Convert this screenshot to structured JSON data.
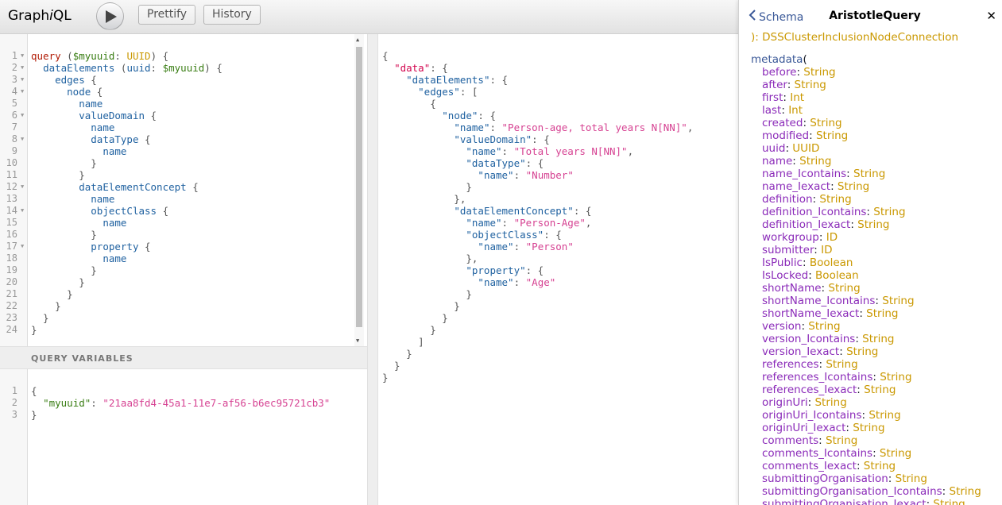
{
  "app": {
    "logo_pre": "Graph",
    "logo_i": "i",
    "logo_post": "QL"
  },
  "toolbar": {
    "prettify_label": "Prettify",
    "history_label": "History"
  },
  "colors": {
    "keyword": "#b11a04",
    "def": "#d2054e",
    "variable": "#397d13",
    "field": "#1f61a0",
    "type": "#ca9800",
    "string": "#d64292",
    "doc_arg": "#8B2BB9",
    "doc_link": "#3B5998"
  },
  "query_lines": [
    {
      "n": "1",
      "f": true,
      "t": [
        [
          "kw",
          "query"
        ],
        [
          "pun",
          " "
        ],
        [
          "pun",
          "("
        ],
        [
          "var",
          "$myuuid"
        ],
        [
          "pun",
          ": "
        ],
        [
          "type",
          "UUID"
        ],
        [
          "pun",
          ")"
        ],
        [
          "pun",
          " {"
        ]
      ]
    },
    {
      "n": "2",
      "f": true,
      "t": [
        [
          "pun",
          "  "
        ],
        [
          "attr",
          "dataElements"
        ],
        [
          "pun",
          " ("
        ],
        [
          "attr",
          "uuid"
        ],
        [
          "pun",
          ": "
        ],
        [
          "var",
          "$myuuid"
        ],
        [
          "pun",
          ") {"
        ]
      ]
    },
    {
      "n": "3",
      "f": true,
      "t": [
        [
          "pun",
          "    "
        ],
        [
          "attr",
          "edges"
        ],
        [
          "pun",
          " {"
        ]
      ]
    },
    {
      "n": "4",
      "f": true,
      "t": [
        [
          "pun",
          "      "
        ],
        [
          "attr",
          "node"
        ],
        [
          "pun",
          " {"
        ]
      ]
    },
    {
      "n": "5",
      "f": false,
      "t": [
        [
          "pun",
          "        "
        ],
        [
          "attr",
          "name"
        ]
      ]
    },
    {
      "n": "6",
      "f": true,
      "t": [
        [
          "pun",
          "        "
        ],
        [
          "attr",
          "valueDomain"
        ],
        [
          "pun",
          " {"
        ]
      ]
    },
    {
      "n": "7",
      "f": false,
      "t": [
        [
          "pun",
          "          "
        ],
        [
          "attr",
          "name"
        ]
      ]
    },
    {
      "n": "8",
      "f": true,
      "t": [
        [
          "pun",
          "          "
        ],
        [
          "attr",
          "dataType"
        ],
        [
          "pun",
          " {"
        ]
      ]
    },
    {
      "n": "9",
      "f": false,
      "t": [
        [
          "pun",
          "            "
        ],
        [
          "attr",
          "name"
        ]
      ]
    },
    {
      "n": "10",
      "f": false,
      "t": [
        [
          "pun",
          "          }"
        ]
      ]
    },
    {
      "n": "11",
      "f": false,
      "t": [
        [
          "pun",
          "        }"
        ]
      ]
    },
    {
      "n": "12",
      "f": true,
      "t": [
        [
          "pun",
          "        "
        ],
        [
          "attr",
          "dataElementConcept"
        ],
        [
          "pun",
          " {"
        ]
      ]
    },
    {
      "n": "13",
      "f": false,
      "t": [
        [
          "pun",
          "          "
        ],
        [
          "attr",
          "name"
        ]
      ]
    },
    {
      "n": "14",
      "f": true,
      "t": [
        [
          "pun",
          "          "
        ],
        [
          "attr",
          "objectClass"
        ],
        [
          "pun",
          " {"
        ]
      ]
    },
    {
      "n": "15",
      "f": false,
      "t": [
        [
          "pun",
          "            "
        ],
        [
          "attr",
          "name"
        ]
      ]
    },
    {
      "n": "16",
      "f": false,
      "t": [
        [
          "pun",
          "          }"
        ]
      ]
    },
    {
      "n": "17",
      "f": true,
      "t": [
        [
          "pun",
          "          "
        ],
        [
          "attr",
          "property"
        ],
        [
          "pun",
          " {"
        ]
      ]
    },
    {
      "n": "18",
      "f": false,
      "t": [
        [
          "pun",
          "            "
        ],
        [
          "attr",
          "name"
        ]
      ]
    },
    {
      "n": "19",
      "f": false,
      "t": [
        [
          "pun",
          "          }"
        ]
      ]
    },
    {
      "n": "20",
      "f": false,
      "t": [
        [
          "pun",
          "        }"
        ]
      ]
    },
    {
      "n": "21",
      "f": false,
      "t": [
        [
          "pun",
          "      }"
        ]
      ]
    },
    {
      "n": "22",
      "f": false,
      "t": [
        [
          "pun",
          "    }"
        ]
      ]
    },
    {
      "n": "23",
      "f": false,
      "t": [
        [
          "pun",
          "  }"
        ]
      ]
    },
    {
      "n": "24",
      "f": false,
      "t": [
        [
          "pun",
          "}"
        ]
      ]
    }
  ],
  "variables": {
    "title": "QUERY VARIABLES",
    "lines": [
      {
        "n": "1",
        "f": false,
        "t": [
          [
            "pun",
            "{"
          ]
        ]
      },
      {
        "n": "2",
        "f": false,
        "t": [
          [
            "pun",
            "  "
          ],
          [
            "var",
            "\"myuuid\""
          ],
          [
            "pun",
            ": "
          ],
          [
            "str",
            "\"21aa8fd4-45a1-11e7-af56-b6ec95721cb3\""
          ]
        ]
      },
      {
        "n": "3",
        "f": false,
        "t": [
          [
            "pun",
            "}"
          ]
        ]
      }
    ]
  },
  "result_lines": [
    {
      "f": true,
      "t": [
        [
          "pun",
          "{"
        ]
      ]
    },
    {
      "f": true,
      "t": [
        [
          "pun",
          "  "
        ],
        [
          "def",
          "\"data\""
        ],
        [
          "pun",
          ": {"
        ]
      ]
    },
    {
      "f": true,
      "t": [
        [
          "pun",
          "    "
        ],
        [
          "prop",
          "\"dataElements\""
        ],
        [
          "pun",
          ": {"
        ]
      ]
    },
    {
      "f": true,
      "t": [
        [
          "pun",
          "      "
        ],
        [
          "prop",
          "\"edges\""
        ],
        [
          "pun",
          ": ["
        ]
      ]
    },
    {
      "f": true,
      "t": [
        [
          "pun",
          "        {"
        ]
      ]
    },
    {
      "f": true,
      "t": [
        [
          "pun",
          "          "
        ],
        [
          "prop",
          "\"node\""
        ],
        [
          "pun",
          ": {"
        ]
      ]
    },
    {
      "f": false,
      "t": [
        [
          "pun",
          "            "
        ],
        [
          "prop",
          "\"name\""
        ],
        [
          "pun",
          ": "
        ],
        [
          "str",
          "\"Person-age, total years N[NN]\""
        ],
        [
          "pun",
          ","
        ]
      ]
    },
    {
      "f": true,
      "t": [
        [
          "pun",
          "            "
        ],
        [
          "prop",
          "\"valueDomain\""
        ],
        [
          "pun",
          ": {"
        ]
      ]
    },
    {
      "f": false,
      "t": [
        [
          "pun",
          "              "
        ],
        [
          "prop",
          "\"name\""
        ],
        [
          "pun",
          ": "
        ],
        [
          "str",
          "\"Total years N[NN]\""
        ],
        [
          "pun",
          ","
        ]
      ]
    },
    {
      "f": false,
      "t": [
        [
          "pun",
          "              "
        ],
        [
          "prop",
          "\"dataType\""
        ],
        [
          "pun",
          ": {"
        ]
      ]
    },
    {
      "f": false,
      "t": [
        [
          "pun",
          "                "
        ],
        [
          "prop",
          "\"name\""
        ],
        [
          "pun",
          ": "
        ],
        [
          "str",
          "\"Number\""
        ]
      ]
    },
    {
      "f": false,
      "t": [
        [
          "pun",
          "              }"
        ]
      ]
    },
    {
      "f": false,
      "t": [
        [
          "pun",
          "            },"
        ]
      ]
    },
    {
      "f": true,
      "t": [
        [
          "pun",
          "            "
        ],
        [
          "prop",
          "\"dataElementConcept\""
        ],
        [
          "pun",
          ": {"
        ]
      ]
    },
    {
      "f": false,
      "t": [
        [
          "pun",
          "              "
        ],
        [
          "prop",
          "\"name\""
        ],
        [
          "pun",
          ": "
        ],
        [
          "str",
          "\"Person-Age\""
        ],
        [
          "pun",
          ","
        ]
      ]
    },
    {
      "f": false,
      "t": [
        [
          "pun",
          "              "
        ],
        [
          "prop",
          "\"objectClass\""
        ],
        [
          "pun",
          ": {"
        ]
      ]
    },
    {
      "f": false,
      "t": [
        [
          "pun",
          "                "
        ],
        [
          "prop",
          "\"name\""
        ],
        [
          "pun",
          ": "
        ],
        [
          "str",
          "\"Person\""
        ]
      ]
    },
    {
      "f": false,
      "t": [
        [
          "pun",
          "              },"
        ]
      ]
    },
    {
      "f": false,
      "t": [
        [
          "pun",
          "              "
        ],
        [
          "prop",
          "\"property\""
        ],
        [
          "pun",
          ": {"
        ]
      ]
    },
    {
      "f": false,
      "t": [
        [
          "pun",
          "                "
        ],
        [
          "prop",
          "\"name\""
        ],
        [
          "pun",
          ": "
        ],
        [
          "str",
          "\"Age\""
        ]
      ]
    },
    {
      "f": false,
      "t": [
        [
          "pun",
          "              }"
        ]
      ]
    },
    {
      "f": false,
      "t": [
        [
          "pun",
          "            }"
        ]
      ]
    },
    {
      "f": false,
      "t": [
        [
          "pun",
          "          }"
        ]
      ]
    },
    {
      "f": false,
      "t": [
        [
          "pun",
          "        }"
        ]
      ]
    },
    {
      "f": false,
      "t": [
        [
          "pun",
          "      ]"
        ]
      ]
    },
    {
      "f": false,
      "t": [
        [
          "pun",
          "    }"
        ]
      ]
    },
    {
      "f": false,
      "t": [
        [
          "pun",
          "  }"
        ]
      ]
    },
    {
      "f": false,
      "t": [
        [
          "pun",
          "}"
        ]
      ]
    }
  ],
  "docs": {
    "back_label": "Schema",
    "title": "AristotleQuery",
    "partial_line": "): DSSClusterInclusionNodeConnection",
    "field_name": "metadata",
    "field_paren": "(",
    "args": [
      [
        "before",
        "String"
      ],
      [
        "after",
        "String"
      ],
      [
        "first",
        "Int"
      ],
      [
        "last",
        "Int"
      ],
      [
        "created",
        "String"
      ],
      [
        "modified",
        "String"
      ],
      [
        "uuid",
        "UUID"
      ],
      [
        "name",
        "String"
      ],
      [
        "name_Icontains",
        "String"
      ],
      [
        "name_Iexact",
        "String"
      ],
      [
        "definition",
        "String"
      ],
      [
        "definition_Icontains",
        "String"
      ],
      [
        "definition_Iexact",
        "String"
      ],
      [
        "workgroup",
        "ID"
      ],
      [
        "submitter",
        "ID"
      ],
      [
        "IsPublic",
        "Boolean"
      ],
      [
        "IsLocked",
        "Boolean"
      ],
      [
        "shortName",
        "String"
      ],
      [
        "shortName_Icontains",
        "String"
      ],
      [
        "shortName_Iexact",
        "String"
      ],
      [
        "version",
        "String"
      ],
      [
        "version_Icontains",
        "String"
      ],
      [
        "version_Iexact",
        "String"
      ],
      [
        "references",
        "String"
      ],
      [
        "references_Icontains",
        "String"
      ],
      [
        "references_Iexact",
        "String"
      ],
      [
        "originUri",
        "String"
      ],
      [
        "originUri_Icontains",
        "String"
      ],
      [
        "originUri_Iexact",
        "String"
      ],
      [
        "comments",
        "String"
      ],
      [
        "comments_Icontains",
        "String"
      ],
      [
        "comments_Iexact",
        "String"
      ],
      [
        "submittingOrganisation",
        "String"
      ],
      [
        "submittingOrganisation_Icontains",
        "String"
      ],
      [
        "submittingOrganisation_Iexact",
        "String"
      ]
    ]
  }
}
